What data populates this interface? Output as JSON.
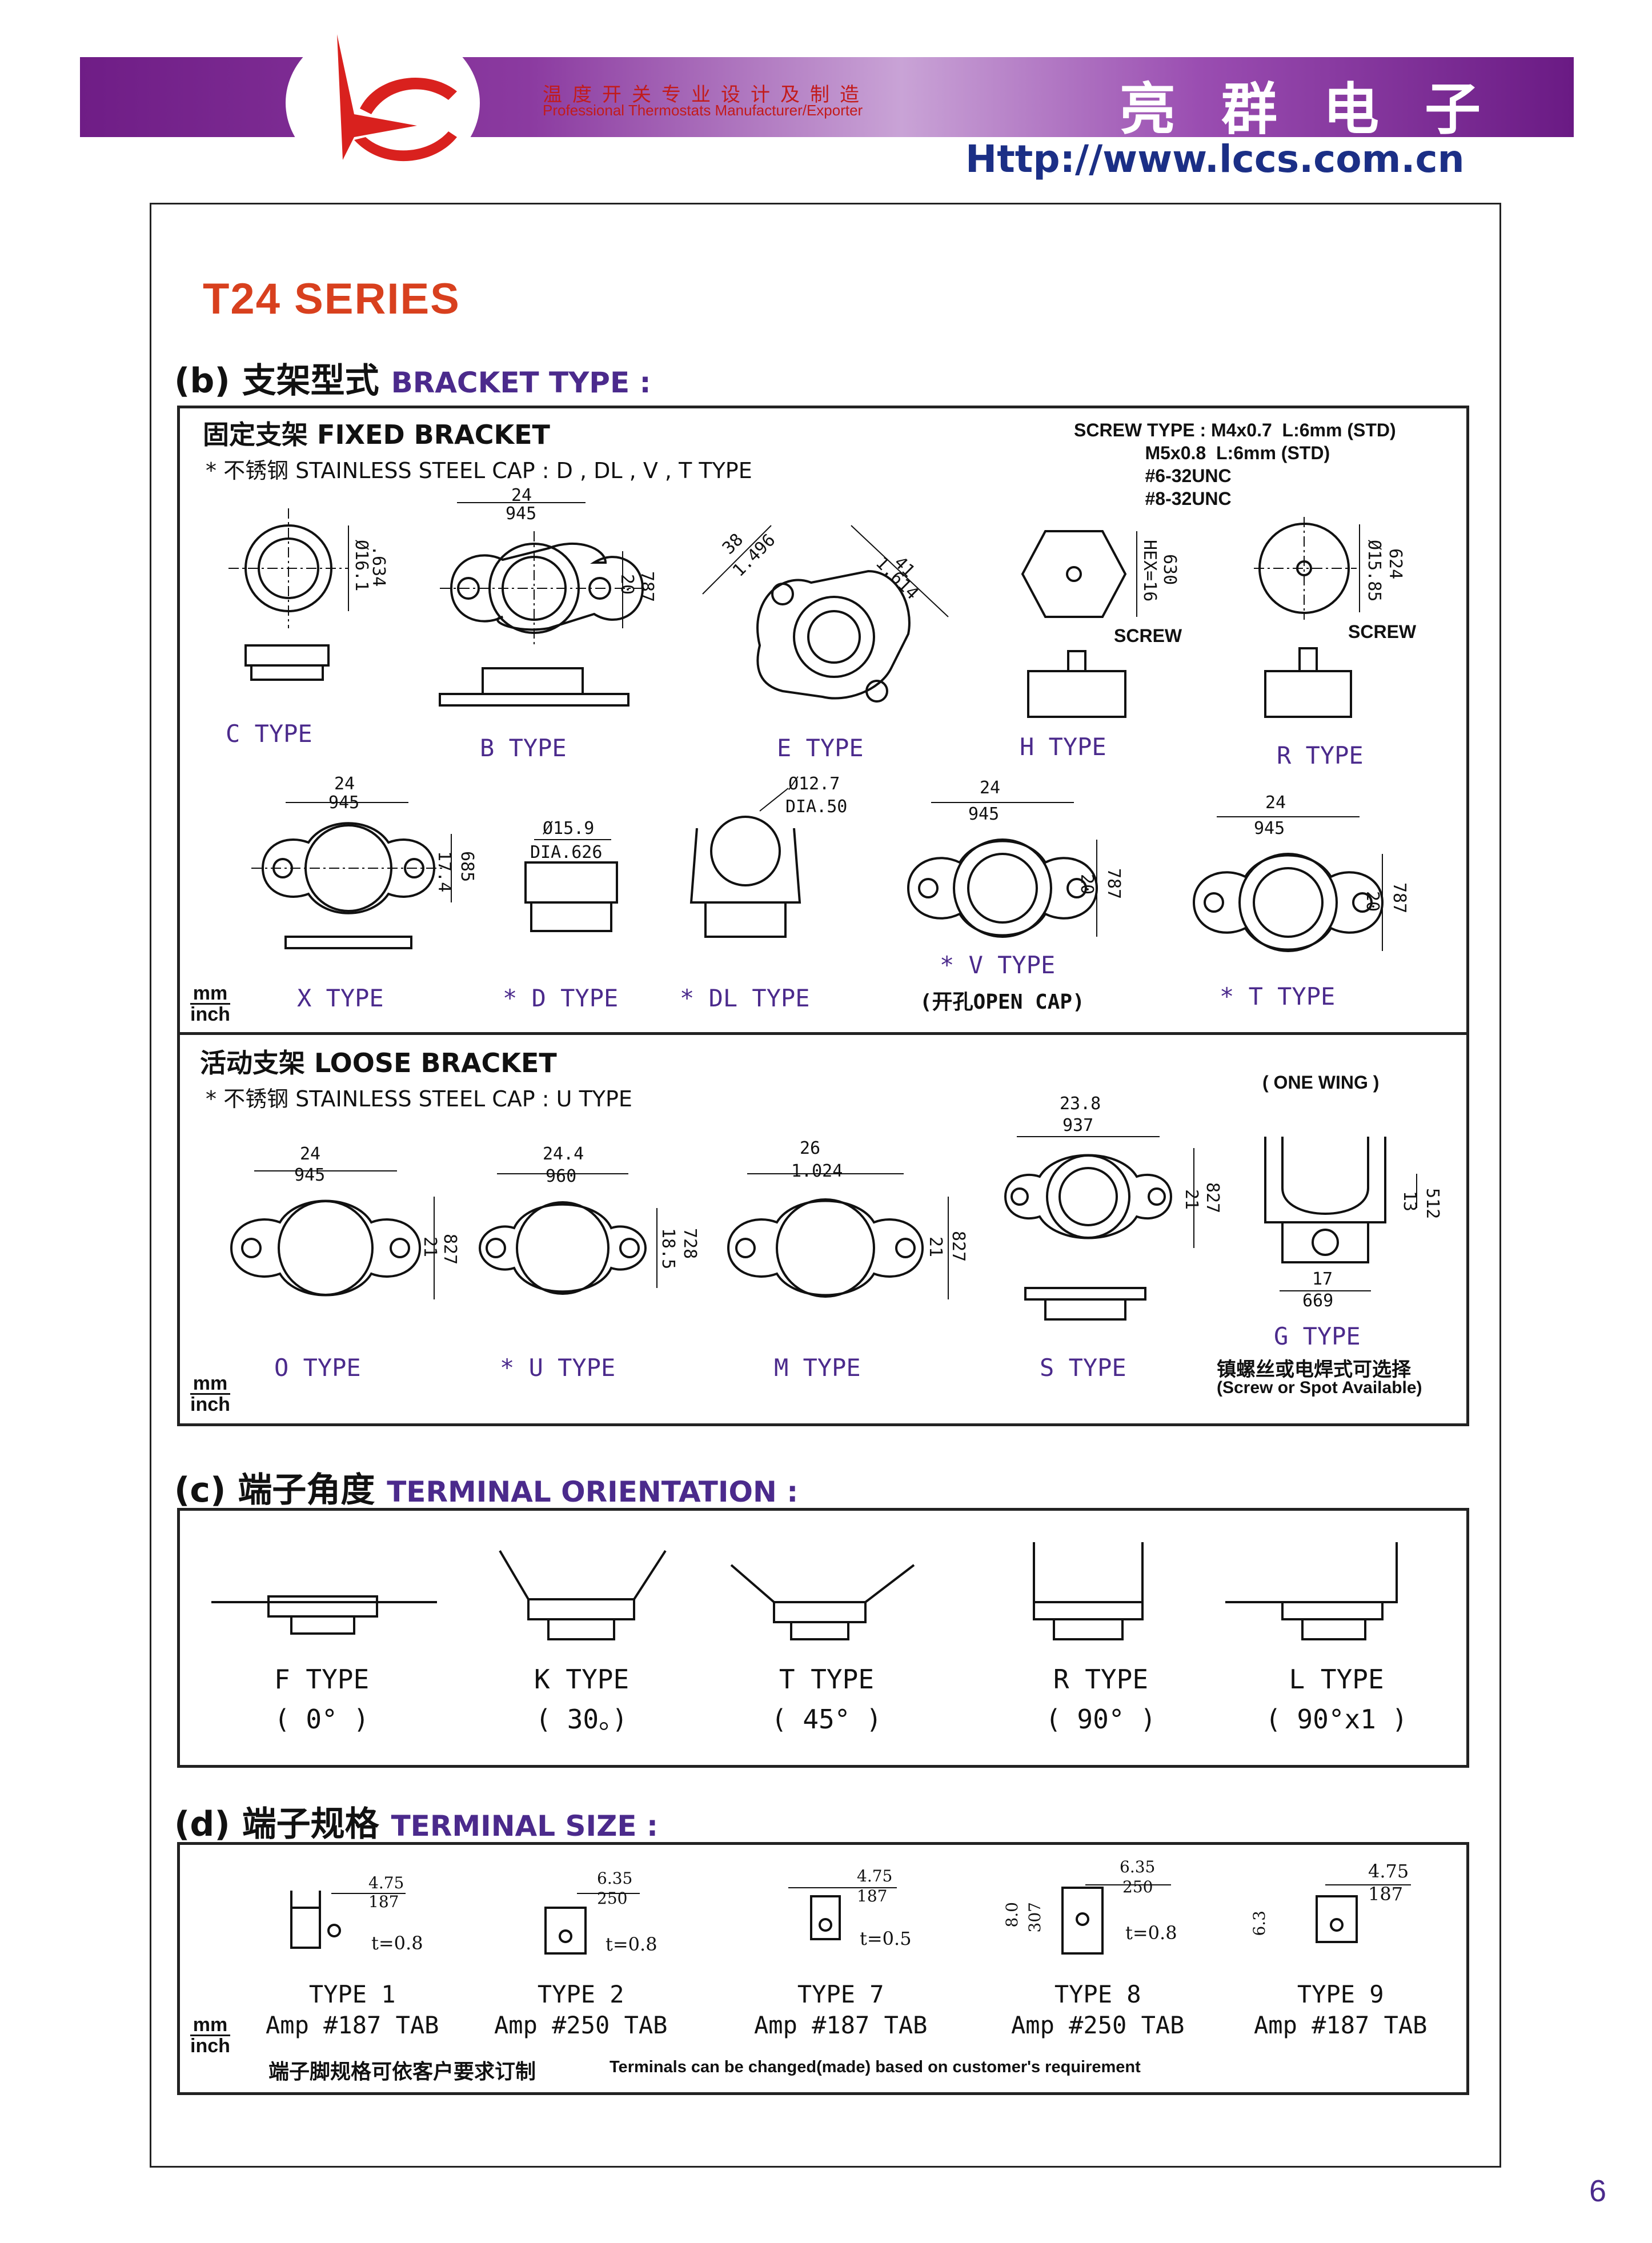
{
  "header": {
    "tagline_cn": "温度开关专业设计及制造",
    "tagline_en": "Professional Thermostats Manufacturer/Exporter",
    "brand": "亮群电子",
    "url": "Http://www.lccs.com.cn"
  },
  "series": "T24 SERIES",
  "sections": {
    "bracket": {
      "prefix": "(b)",
      "cn": "支架型式",
      "en": "BRACKET TYPE :"
    },
    "orientation": {
      "prefix": "(c)",
      "cn": "端子角度",
      "en": "TERMINAL ORIENTATION :"
    },
    "size": {
      "prefix": "(d)",
      "cn": "端子规格",
      "en": "TERMINAL SIZE :"
    }
  },
  "fixed": {
    "title": "固定支架 FIXED BRACKET",
    "note": "* 不锈钢 STAINLESS STEEL CAP : D , DL , V , T TYPE",
    "screw_type": "SCREW TYPE : M4x0.7  L:6mm (STD)\n              M5x0.8  L:6mm (STD)\n              #6-32UNC\n              #8-32UNC",
    "row1": [
      "C TYPE",
      "B TYPE",
      "E TYPE",
      "H TYPE",
      "R TYPE"
    ],
    "row2": [
      "X TYPE",
      "* D TYPE",
      "* DL TYPE",
      "* V TYPE",
      "* T TYPE"
    ],
    "v_note": "(开孔OPEN CAP)",
    "screw_label": "SCREW",
    "dims": {
      "c": [
        "Ø16.1",
        ".634"
      ],
      "b": [
        "24",
        "945",
        "20",
        "787"
      ],
      "e": [
        "38",
        "1.496",
        "41",
        "1.614"
      ],
      "h": [
        "HEX=16",
        "630"
      ],
      "r": [
        "Ø15.85",
        "624"
      ],
      "x": [
        "24",
        "945",
        "17.4",
        "685"
      ],
      "d": [
        "Ø15.9",
        "DIA.626"
      ],
      "dl": [
        "Ø12.7",
        "DIA.50"
      ],
      "v": [
        "24",
        "945",
        "20",
        "787"
      ],
      "t": [
        "24",
        "945",
        "20",
        "787"
      ]
    }
  },
  "loose": {
    "title": "活动支架 LOOSE BRACKET",
    "note": "* 不锈钢  STAINLESS STEEL CAP : U TYPE",
    "one_wing": "( ONE WING )",
    "labels": [
      "O TYPE",
      "* U TYPE",
      "M TYPE",
      "S TYPE",
      "G TYPE"
    ],
    "g_note_cn": "镇螺丝或电焊式可选择",
    "g_note_en": "(Screw or Spot Available)",
    "dims": {
      "o": [
        "24",
        "945",
        "21",
        "827"
      ],
      "u": [
        "24.4",
        "960",
        "18.5",
        "728"
      ],
      "m": [
        "26",
        "1.024",
        "21",
        "827"
      ],
      "s": [
        "23.8",
        "937",
        "21",
        "827"
      ],
      "g": [
        "13",
        "512",
        "17",
        "669"
      ]
    }
  },
  "units": {
    "mm": "mm",
    "inch": "inch"
  },
  "orientation": [
    {
      "type": "F TYPE",
      "angle": "( 0° )"
    },
    {
      "type": "K TYPE",
      "angle": "( 30。)"
    },
    {
      "type": "T TYPE",
      "angle": "( 45° )"
    },
    {
      "type": "R TYPE",
      "angle": "( 90° )"
    },
    {
      "type": "L TYPE",
      "angle": "( 90°x1 )"
    }
  ],
  "terminal_size": [
    {
      "type": "TYPE 1",
      "amp": "Amp #187 TAB",
      "w1": "4.75",
      "w2": "187",
      "t": "t=0.8"
    },
    {
      "type": "TYPE 2",
      "amp": "Amp #250 TAB",
      "w1": "6.35",
      "w2": "250",
      "t": "t=0.8"
    },
    {
      "type": "TYPE 7",
      "amp": "Amp #187 TAB",
      "w1": "4.75",
      "w2": "187",
      "t": "t=0.5"
    },
    {
      "type": "TYPE 8",
      "amp": "Amp #250 TAB",
      "w1": "6.35",
      "w2": "250",
      "t": "t=0.8",
      "h1": "8.0",
      "h2": "307"
    },
    {
      "type": "TYPE 9",
      "amp": "Amp #187 TAB",
      "w1": "4.75",
      "w2": "187",
      "h1": "6.3"
    }
  ],
  "terminal_note_cn": "端子脚规格可依客户要求订制",
  "terminal_note_en": "Terminals can be changed(made) based on customer's requirement",
  "page_number": "6"
}
